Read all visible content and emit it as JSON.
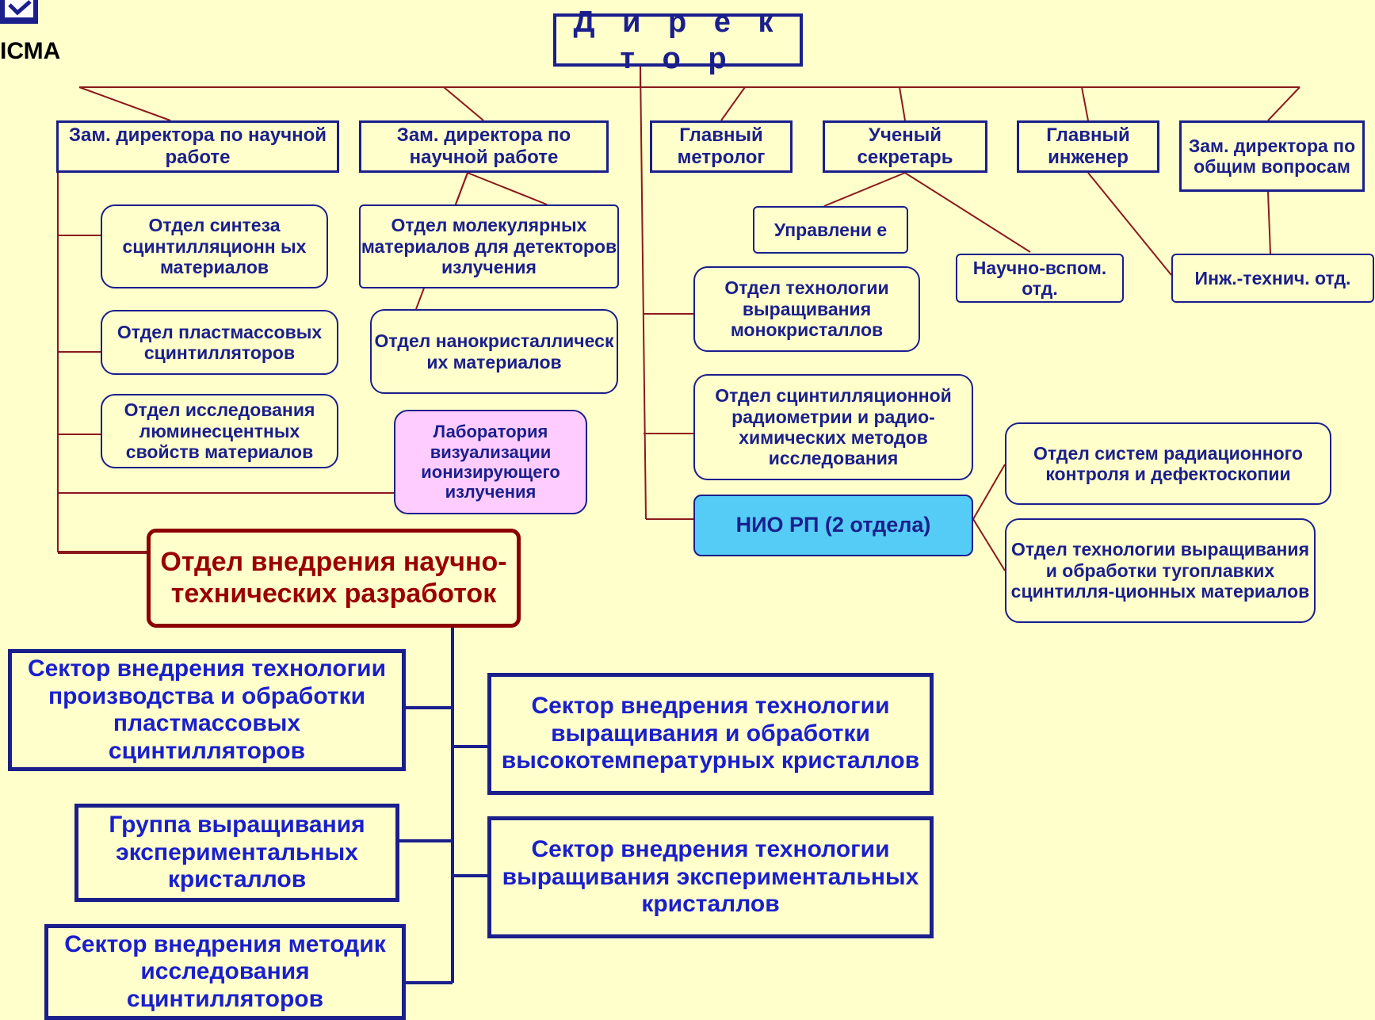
{
  "logo": {
    "text": "ІСМА"
  },
  "director": "Д и р е к т о р",
  "top_level": {
    "deputy_science_1": "Зам. директора по научной работе",
    "deputy_science_2": "Зам. директора по научной работе",
    "chief_metrologist": "Главный метролог",
    "scientific_secretary": "Ученый секретарь",
    "chief_engineer": "Главный инженер",
    "deputy_general": "Зам. директора по общим вопросам"
  },
  "departments": {
    "synthesis": "Отдел синтеза сцинтилляционн ых материалов",
    "plastic": "Отдел пластмассовых сцинтилляторов",
    "luminescent": "Отдел исследования люминесцентных свойств материалов",
    "molecular": "Отдел молекулярных материалов для детекторов излучения",
    "nanocrystal": "Отдел нанокристаллическ их материалов",
    "lab_visualization": "Лаборатория визуализации ионизирующего излучения",
    "management": "Управлени е",
    "monocrystal": "Отдел технологии выращивания монокристаллов",
    "radiometry": "Отдел сцинтилляционной радиометрии и радио-химических методов исследования",
    "nio": "НИО РП (2 отдела)",
    "sci_aux": "Научно-вспом. отд.",
    "eng_tech": "Инж.-технич. отд.",
    "radiation_control": "Отдел систем радиационного контроля и дефектоскопии",
    "refractory": "Отдел технологии выращивания и обработки тугоплавких сцинтилля-ционных материалов"
  },
  "implementation": {
    "title": "Отдел внедрения научно-технических разработок",
    "sector_plastic": "Сектор внедрения технологии производства и обработки пластмассовых сцинтилляторов",
    "group_growth": "Группа выращивания экспериментальных кристаллов",
    "sector_methods": "Сектор внедрения методик исследования сцинтилляторов",
    "sector_hightemp": "Сектор внедрения технологии выращивания и обработки высокотемпературных кристаллов",
    "sector_experimental": "Сектор внедрения технологии выращивания экспериментальных кристаллов"
  },
  "colors": {
    "background": "#ffffcc",
    "box_border": "#1a1f8c",
    "connector": "#8b0000",
    "lab_fill": "#ffccff",
    "nio_fill": "#55ccf5",
    "implementation_border": "#8b0000"
  }
}
